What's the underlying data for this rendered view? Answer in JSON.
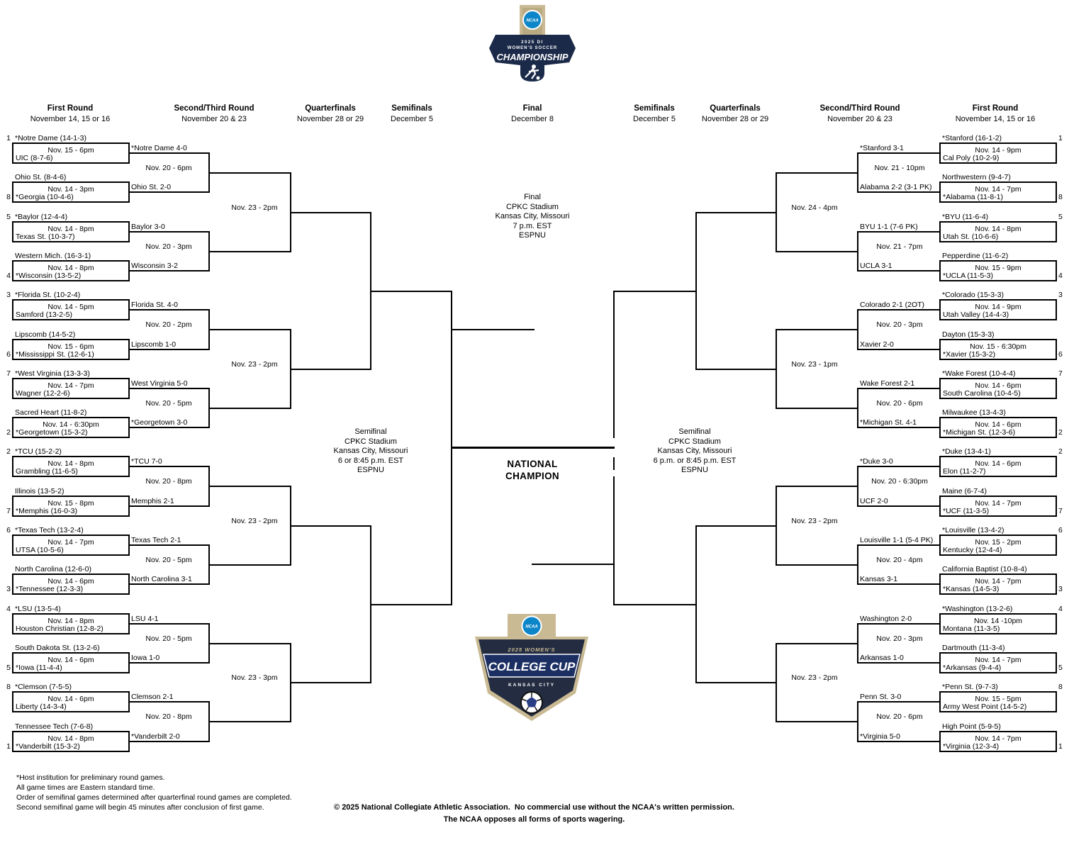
{
  "headers": [
    {
      "title": "First Round",
      "dates": "November 14, 15 or 16"
    },
    {
      "title": "Second/Third Round",
      "dates": "November 20 & 23"
    },
    {
      "title": "Quarterfinals",
      "dates": "November 28 or 29"
    },
    {
      "title": "Semifinals",
      "dates": "December 5"
    },
    {
      "title": "Final",
      "dates": "December 8"
    },
    {
      "title": "Semifinals",
      "dates": "December 5"
    },
    {
      "title": "Quarterfinals",
      "dates": "November 28 or 29"
    },
    {
      "title": "Second/Third Round",
      "dates": "November 20 & 23"
    },
    {
      "title": "First Round",
      "dates": "November 14, 15 or 16"
    }
  ],
  "logo_top": {
    "ncaa": "NCAA",
    "line1": "2025 DI",
    "line2": "WOMEN'S SOCCER",
    "line3": "CHAMPIONSHIP"
  },
  "logo_bottom": {
    "ncaa": "NCAA",
    "line1": "2025 WOMEN'S",
    "line2": "COLLEGE CUP",
    "line3": "KANSAS CITY"
  },
  "final_info": [
    "Final",
    "CPKC Stadium",
    "Kansas City, Missouri",
    "7 p.m. EST",
    "ESPNU"
  ],
  "semifinal_left": [
    "Semifinal",
    "CPKC Stadium",
    "Kansas City, Missouri",
    "6 or 8:45 p.m. EST",
    "ESPNU"
  ],
  "semifinal_right": [
    "Semifinal",
    "CPKC Stadium",
    "Kansas City, Missouri",
    "6 p.m. or 8:45 p.m. EST",
    "ESPNU"
  ],
  "champion": [
    "NATIONAL",
    "CHAMPION"
  ],
  "bracket": {
    "left": {
      "first_round": [
        {
          "seed_top": "1",
          "top": "*Notre Dame (14-1-3)",
          "time": "Nov. 15 - 6pm",
          "bottom": "UIC (8-7-6)",
          "seed_bottom": ""
        },
        {
          "seed_top": "",
          "top": "Ohio St. (8-4-6)",
          "time": "Nov. 14 - 3pm",
          "bottom": "*Georgia (10-4-6)",
          "seed_bottom": "8"
        },
        {
          "seed_top": "5",
          "top": "*Baylor (12-4-4)",
          "time": "Nov. 14 - 8pm",
          "bottom": "Texas St. (10-3-7)",
          "seed_bottom": ""
        },
        {
          "seed_top": "",
          "top": "Western Mich. (16-3-1)",
          "time": "Nov. 14 - 8pm",
          "bottom": "*Wisconsin (13-5-2)",
          "seed_bottom": "4"
        },
        {
          "seed_top": "3",
          "top": "*Florida St. (10-2-4)",
          "time": "Nov. 14 - 5pm",
          "bottom": "Samford (13-2-5)",
          "seed_bottom": ""
        },
        {
          "seed_top": "",
          "top": "Lipscomb (14-5-2)",
          "time": "Nov. 15 - 6pm",
          "bottom": "*Mississippi St. (12-6-1)",
          "seed_bottom": "6"
        },
        {
          "seed_top": "7",
          "top": "*West Virginia (13-3-3)",
          "time": "Nov. 14 - 7pm",
          "bottom": "Wagner (12-2-6)",
          "seed_bottom": ""
        },
        {
          "seed_top": "",
          "top": "Sacred Heart (11-8-2)",
          "time": "Nov. 14 - 6:30pm",
          "bottom": "*Georgetown (15-3-2)",
          "seed_bottom": "2"
        },
        {
          "seed_top": "2",
          "top": "*TCU (15-2-2)",
          "time": "Nov. 14 - 8pm",
          "bottom": "Grambling (11-6-5)",
          "seed_bottom": ""
        },
        {
          "seed_top": "",
          "top": "Illinois (13-5-2)",
          "time": "Nov. 15 - 8pm",
          "bottom": "*Memphis (16-0-3)",
          "seed_bottom": "7"
        },
        {
          "seed_top": "6",
          "top": "*Texas Tech (13-2-4)",
          "time": "Nov. 14 - 7pm",
          "bottom": "UTSA (10-5-6)",
          "seed_bottom": ""
        },
        {
          "seed_top": "",
          "top": "North Carolina (12-6-0)",
          "time": "Nov. 14 - 6pm",
          "bottom": "*Tennessee (12-3-3)",
          "seed_bottom": "3"
        },
        {
          "seed_top": "4",
          "top": "*LSU (13-5-4)",
          "time": "Nov. 14 - 8pm",
          "bottom": "Houston Christian (12-8-2)",
          "seed_bottom": ""
        },
        {
          "seed_top": "",
          "top": "South Dakota St. (13-2-6)",
          "time": "Nov. 14 - 6pm",
          "bottom": "*Iowa (11-4-4)",
          "seed_bottom": "5"
        },
        {
          "seed_top": "8",
          "top": "*Clemson (7-5-5)",
          "time": "Nov. 14 - 6pm",
          "bottom": "Liberty (14-3-4)",
          "seed_bottom": ""
        },
        {
          "seed_top": "",
          "top": "Tennessee Tech (7-6-8)",
          "time": "Nov. 14 - 8pm",
          "bottom": "*Vanderbilt (15-3-2)",
          "seed_bottom": "1"
        }
      ],
      "second_round": [
        {
          "top": "*Notre Dame 4-0",
          "time": "Nov. 20 - 6pm",
          "bottom": "Ohio St. 2-0"
        },
        {
          "top": "Baylor 3-0",
          "time": "Nov. 20 - 3pm",
          "bottom": "Wisconsin 3-2"
        },
        {
          "top": "Florida St. 4-0",
          "time": "Nov. 20 - 2pm",
          "bottom": "Lipscomb 1-0"
        },
        {
          "top": "West Virginia 5-0",
          "time": "Nov. 20 - 5pm",
          "bottom": "*Georgetown 3-0"
        },
        {
          "top": "*TCU 7-0",
          "time": "Nov. 20 - 8pm",
          "bottom": "Memphis 2-1"
        },
        {
          "top": "Texas Tech 2-1",
          "time": "Nov. 20 - 5pm",
          "bottom": "North Carolina 3-1"
        },
        {
          "top": "LSU 4-1",
          "time": "Nov. 20 - 5pm",
          "bottom": "Iowa 1-0"
        },
        {
          "top": "Clemson 2-1",
          "time": "Nov. 20 - 8pm",
          "bottom": "*Vanderbilt 2-0"
        }
      ],
      "third_round": [
        "Nov. 23 - 2pm",
        "Nov. 23 - 2pm",
        "Nov. 23 - 2pm",
        "Nov. 23 - 3pm"
      ]
    },
    "right": {
      "first_round": [
        {
          "seed_top": "1",
          "top": "*Stanford (16-1-2)",
          "time": "Nov. 14 - 9pm",
          "bottom": "Cal Poly (10-2-9)",
          "seed_bottom": ""
        },
        {
          "seed_top": "",
          "top": "Northwestern (9-4-7)",
          "time": "Nov. 14 - 7pm",
          "bottom": "*Alabama (11-8-1)",
          "seed_bottom": "8"
        },
        {
          "seed_top": "5",
          "top": "*BYU (11-6-4)",
          "time": "Nov. 14 - 8pm",
          "bottom": "Utah St. (10-6-6)",
          "seed_bottom": ""
        },
        {
          "seed_top": "",
          "top": "Pepperdine (11-6-2)",
          "time": "Nov. 15 - 9pm",
          "bottom": "*UCLA (11-5-3)",
          "seed_bottom": "4"
        },
        {
          "seed_top": "3",
          "top": "*Colorado (15-3-3)",
          "time": "Nov. 14 - 9pm",
          "bottom": "Utah Valley (14-4-3)",
          "seed_bottom": ""
        },
        {
          "seed_top": "",
          "top": "Dayton (15-3-3)",
          "time": "Nov. 15 - 6:30pm",
          "bottom": "*Xavier (15-3-2)",
          "seed_bottom": "6"
        },
        {
          "seed_top": "7",
          "top": "*Wake Forest (10-4-4)",
          "time": "Nov. 14 - 6pm",
          "bottom": "South Carolina (10-4-5)",
          "seed_bottom": ""
        },
        {
          "seed_top": "",
          "top": "Milwaukee (13-4-3)",
          "time": "Nov. 14 - 6pm",
          "bottom": "*Michigan St. (12-3-6)",
          "seed_bottom": "2"
        },
        {
          "seed_top": "2",
          "top": "*Duke (13-4-1)",
          "time": "Nov. 14 - 6pm",
          "bottom": "Elon (11-2-7)",
          "seed_bottom": ""
        },
        {
          "seed_top": "",
          "top": "Maine (6-7-4)",
          "time": "Nov. 14 - 7pm",
          "bottom": "*UCF (11-3-5)",
          "seed_bottom": "7"
        },
        {
          "seed_top": "6",
          "top": "*Louisville (13-4-2)",
          "time": "Nov. 15 - 2pm",
          "bottom": "Kentucky (12-4-4)",
          "seed_bottom": ""
        },
        {
          "seed_top": "",
          "top": "California Baptist (10-8-4)",
          "time": "Nov. 14 - 7pm",
          "bottom": "*Kansas (14-5-3)",
          "seed_bottom": "3"
        },
        {
          "seed_top": "4",
          "top": "*Washington (13-2-6)",
          "time": "Nov. 14 -10pm",
          "bottom": "Montana (11-3-5)",
          "seed_bottom": ""
        },
        {
          "seed_top": "",
          "top": "Dartmouth (11-3-4)",
          "time": "Nov. 14 - 7pm",
          "bottom": "*Arkansas (9-4-4)",
          "seed_bottom": "5"
        },
        {
          "seed_top": "8",
          "top": "*Penn St. (9-7-3)",
          "time": "Nov. 15 - 5pm",
          "bottom": "Army West Point (14-5-2)",
          "seed_bottom": ""
        },
        {
          "seed_top": "",
          "top": "High Point (5-9-5)",
          "time": "Nov. 14 - 7pm",
          "bottom": "*Virginia (12-3-4)",
          "seed_bottom": "1"
        }
      ],
      "second_round": [
        {
          "top": "*Stanford 3-1",
          "time": "Nov. 21 - 10pm",
          "bottom": "Alabama 2-2 (3-1 PK)"
        },
        {
          "top": "BYU 1-1 (7-6 PK)",
          "time": "Nov. 21 - 7pm",
          "bottom": "UCLA 3-1"
        },
        {
          "top": "Colorado 2-1 (2OT)",
          "time": "Nov. 20 - 3pm",
          "bottom": "Xavier 2-0"
        },
        {
          "top": "Wake Forest 2-1",
          "time": "Nov. 20 - 6pm",
          "bottom": "*Michigan St. 4-1"
        },
        {
          "top": "*Duke 3-0",
          "time": "Nov. 20 - 6:30pm",
          "bottom": "UCF 2-0"
        },
        {
          "top": "Louisville 1-1 (5-4 PK)",
          "time": "Nov. 20 - 4pm",
          "bottom": "Kansas 3-1"
        },
        {
          "top": "Washington 2-0",
          "time": "Nov. 20 - 3pm",
          "bottom": "Arkansas 1-0"
        },
        {
          "top": "Penn St. 3-0",
          "time": "Nov. 20 - 6pm",
          "bottom": "*Virginia 5-0"
        }
      ],
      "third_round": [
        "Nov. 24 - 4pm",
        "Nov. 23 - 1pm",
        "Nov. 23 - 2pm",
        "Nov. 23 - 2pm"
      ]
    }
  },
  "footnotes": [
    "*Host institution for preliminary round games.",
    "All game times are Eastern standard time.",
    "Order of semifinal games determined after quarterfinal round games are completed.",
    "Second semifinal game will begin 45 minutes after conclusion of first game."
  ],
  "copyright": [
    "© 2025 National Collegiate Athletic Association.  No commercial use without the NCAA's written permission.",
    "The NCAA opposes all forms of sports wagering."
  ],
  "colors": {
    "ncaa_blue": "#0d86c9",
    "navy": "#1b2a49",
    "tan": "#c9ba93",
    "line": "#000000"
  }
}
